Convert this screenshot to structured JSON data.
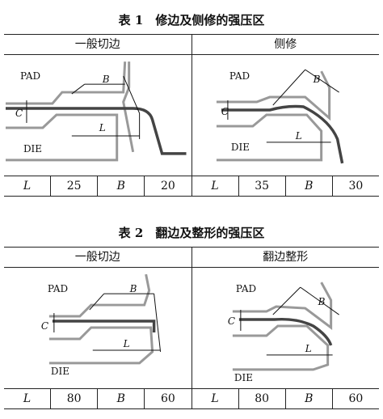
{
  "table1": {
    "caption": "表 1　修边及侧修的强压区",
    "headers": [
      "一般切边",
      "侧修"
    ],
    "figures": [
      {
        "pad": "PAD",
        "die": "DIE",
        "c": "C",
        "b": "B",
        "l": "L"
      },
      {
        "pad": "PAD",
        "die": "DIE",
        "c": "C",
        "b": "B",
        "l": "L"
      }
    ],
    "cells": [
      "L",
      "25",
      "B",
      "20",
      "L",
      "35",
      "B",
      "30"
    ]
  },
  "table2": {
    "caption": "表 2　翻边及整形的强压区",
    "headers": [
      "一般切边",
      "翻边整形"
    ],
    "figures": [
      {
        "pad": "PAD",
        "die": "DIE",
        "c": "C",
        "b": "B",
        "l": "L"
      },
      {
        "pad": "PAD",
        "die": "DIE",
        "c": "C",
        "b": "B",
        "l": "L"
      }
    ],
    "cells": [
      "L",
      "80",
      "B",
      "60",
      "L",
      "80",
      "B",
      "60"
    ]
  }
}
